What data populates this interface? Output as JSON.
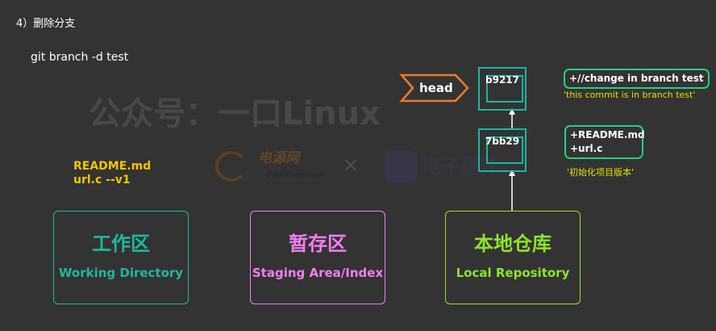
{
  "step_title": "4）删除分支",
  "command": "git branch -d test",
  "working_files": [
    "README.md",
    "url.c --v1"
  ],
  "areas": [
    {
      "cn": "工作区",
      "en": "Working Directory",
      "color": "#1fb89c"
    },
    {
      "cn": "暂存区",
      "en": "Staging Area/Index",
      "color": "#f07ef0"
    },
    {
      "cn": "本地仓库",
      "en": "Local Repository",
      "color": "#8fe32a"
    }
  ],
  "head_label": "head",
  "commits": [
    {
      "id": "b9217",
      "changes": [
        "+//change in branch test"
      ],
      "message": "'this commit is in branch test'"
    },
    {
      "id": "7bb29",
      "changes": [
        "+README.md",
        "+url.c"
      ],
      "message": "'初始化项目版本'"
    }
  ],
  "watermarks": {
    "logo1": "电源网",
    "logo1_sub": "DianYuan.com",
    "separator": "×",
    "logo2": "电子星球",
    "diagonal": "公众号：一口Linux"
  }
}
